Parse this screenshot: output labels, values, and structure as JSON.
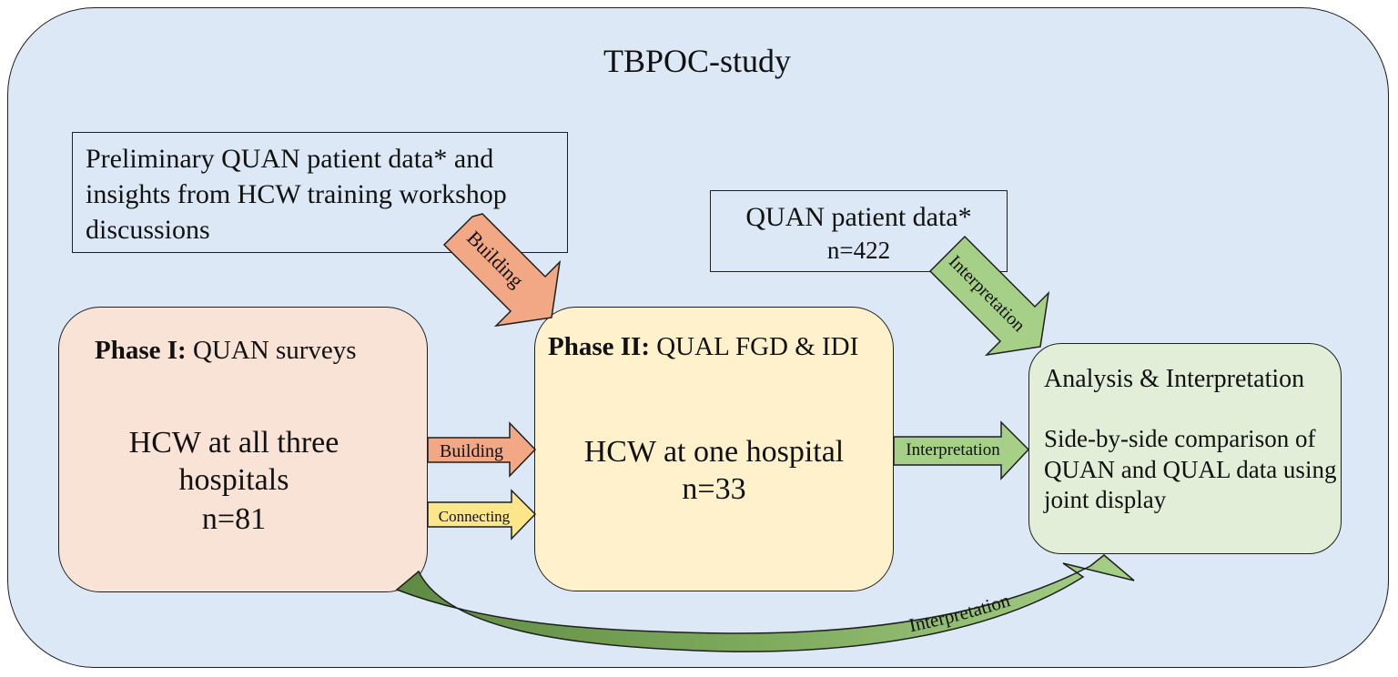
{
  "title": "TBPOC-study",
  "preliminary": {
    "line1": "Preliminary QUAN patient data* and",
    "line2": "insights from HCW training workshop",
    "line3": "discussions"
  },
  "quan_patient": {
    "line1": "QUAN patient data*",
    "line2": "n=422"
  },
  "phase1": {
    "label_bold": "Phase I:",
    "label_rest": " QUAN surveys",
    "body_line1": "HCW at all three",
    "body_line2": "hospitals",
    "body_line3": "n=81"
  },
  "phase2": {
    "label_bold": "Phase II:",
    "label_rest": " QUAL FGD & IDI",
    "body_line1": "HCW at one hospital",
    "body_line2": "n=33"
  },
  "analysis": {
    "title": "Analysis & Interpretation",
    "line1": "Side-by-side comparison of",
    "line2": "QUAN and QUAL data using",
    "line3": "joint display"
  },
  "arrows": {
    "building_diagonal": "Building",
    "interpretation_diagonal": "Interpretation",
    "building_horizontal": "Building",
    "connecting": "Connecting",
    "interpretation_horizontal": "Interpretation",
    "interpretation_curved": "Interpretation"
  },
  "colors": {
    "outer_fill": "#dce8f5",
    "phase1_fill": "#f9e3d7",
    "phase2_fill": "#fef1cc",
    "analysis_fill": "#e3eed8",
    "building_arrow": "#f2a884",
    "connecting_arrow": "#fde68a",
    "interpretation_arrow": "#a6cf88",
    "curved_arrow": "#6f9a4f"
  }
}
